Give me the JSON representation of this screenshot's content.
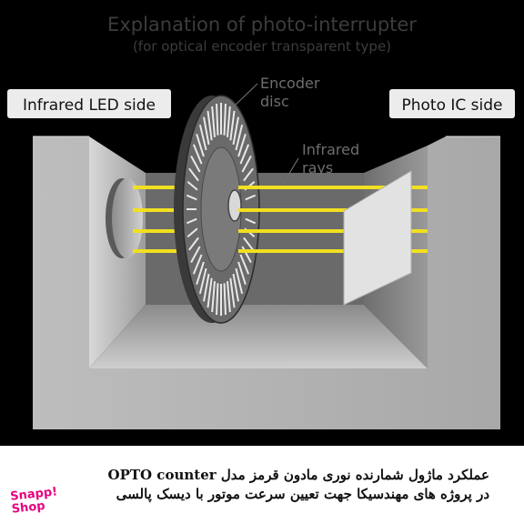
{
  "diagram": {
    "title": "Explanation of photo-interrupter",
    "subtitle": "(for optical encoder transparent type)",
    "labels": {
      "led_side": "Infrared LED side",
      "ic_side": "Photo IC side",
      "disc_line1": "Encoder",
      "disc_line2": "disc",
      "rays_line1": "Infrared",
      "rays_line2": "rays"
    },
    "colors": {
      "background": "#000000",
      "ray": "#f0e020",
      "housing": "#9a9a9a"
    }
  },
  "caption": {
    "line1": "عملکرد ماژول شمارنده نوری مادون قرمز مدل OPTO counter",
    "line2": "در پروژه های مهندسیکا جهت تعیین سرعت موتور با دیسک پالسی"
  },
  "logo": {
    "line1": "Snapp!",
    "line2": "Shop"
  }
}
